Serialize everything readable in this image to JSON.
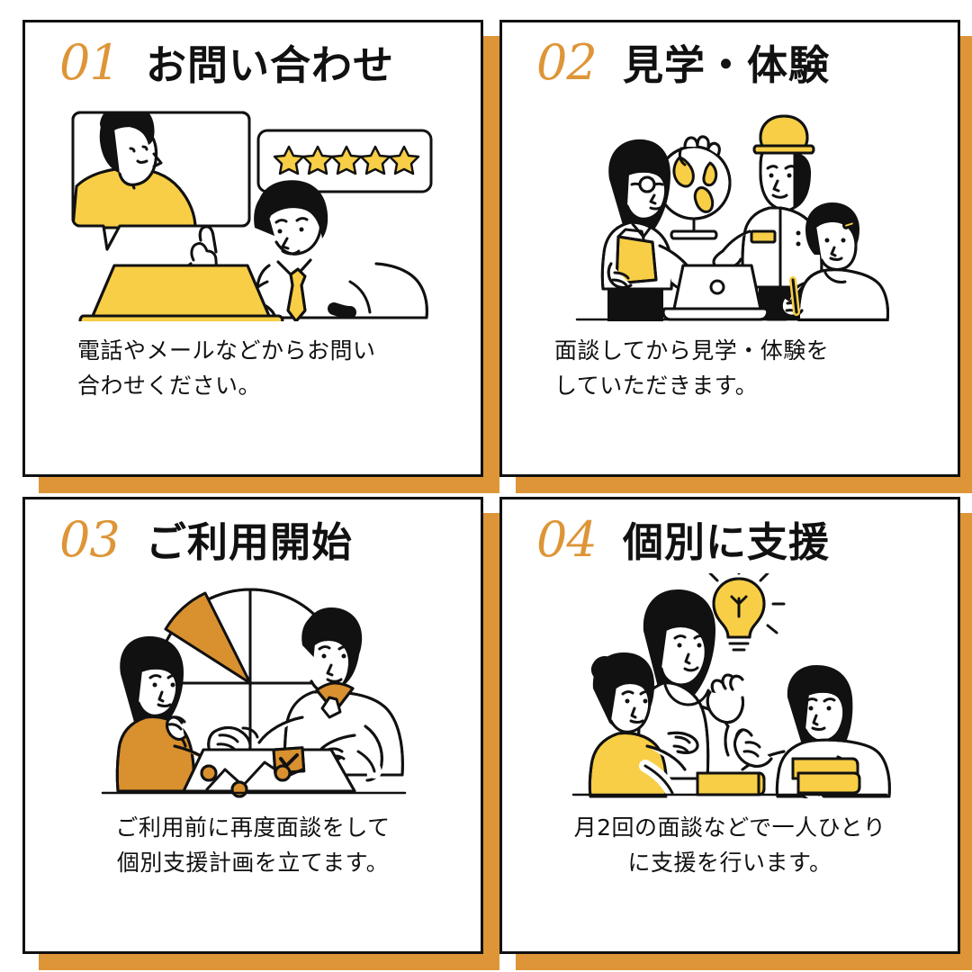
{
  "palette": {
    "shadow_orange": "#DE9537",
    "number_orange": "#DE9537",
    "illustration_yellow": "#F7CE46",
    "illustration_orange": "#D9902F",
    "ink": "#111111",
    "card_background": "#FFFFFF",
    "page_background": "#FFFFFF"
  },
  "steps": [
    {
      "number": "01",
      "title": "お問い合わせ",
      "description_lines": [
        "電話やメールなどからお問い",
        "合わせください。"
      ],
      "illustration_name": "man-at-laptop-with-video-call-and-five-star-review",
      "illustration_elements": [
        "video-call-speech-bubble",
        "five-star-rating-bubble",
        "man-typing-on-laptop",
        "pointing-hand"
      ]
    },
    {
      "number": "02",
      "title": "見学・体験",
      "description_lines": [
        "面談してから見学・体験を",
        "していただきます。"
      ],
      "illustration_name": "three-people-with-globe-and-laptop",
      "illustration_elements": [
        "woman-with-glasses-holding-folder",
        "globe",
        "staff-man-with-cap-and-name-badge",
        "seated-girl-with-pencil",
        "laptop"
      ]
    },
    {
      "number": "03",
      "title": "ご利用開始",
      "description_lines": [
        "ご利用前に再度面談をして",
        "個別支援計画を立てます。"
      ],
      "illustration_name": "handshake-over-charts",
      "illustration_elements": [
        "pie-chart",
        "woman-in-orange-sweater",
        "man-in-white-shirt",
        "handshake",
        "line-chart-document",
        "checkbox-mark"
      ]
    },
    {
      "number": "04",
      "title": "個別に支援",
      "description_lines": [
        "月2回の面談などで一人ひとり",
        "に支援を行います。"
      ],
      "illustration_name": "three-women-with-idea-bulb-and-books",
      "illustration_elements": [
        "light-bulb",
        "standing-woman-pointing-up",
        "girl-in-yellow-shirt",
        "woman-holding-books",
        "stacked-books"
      ]
    }
  ]
}
